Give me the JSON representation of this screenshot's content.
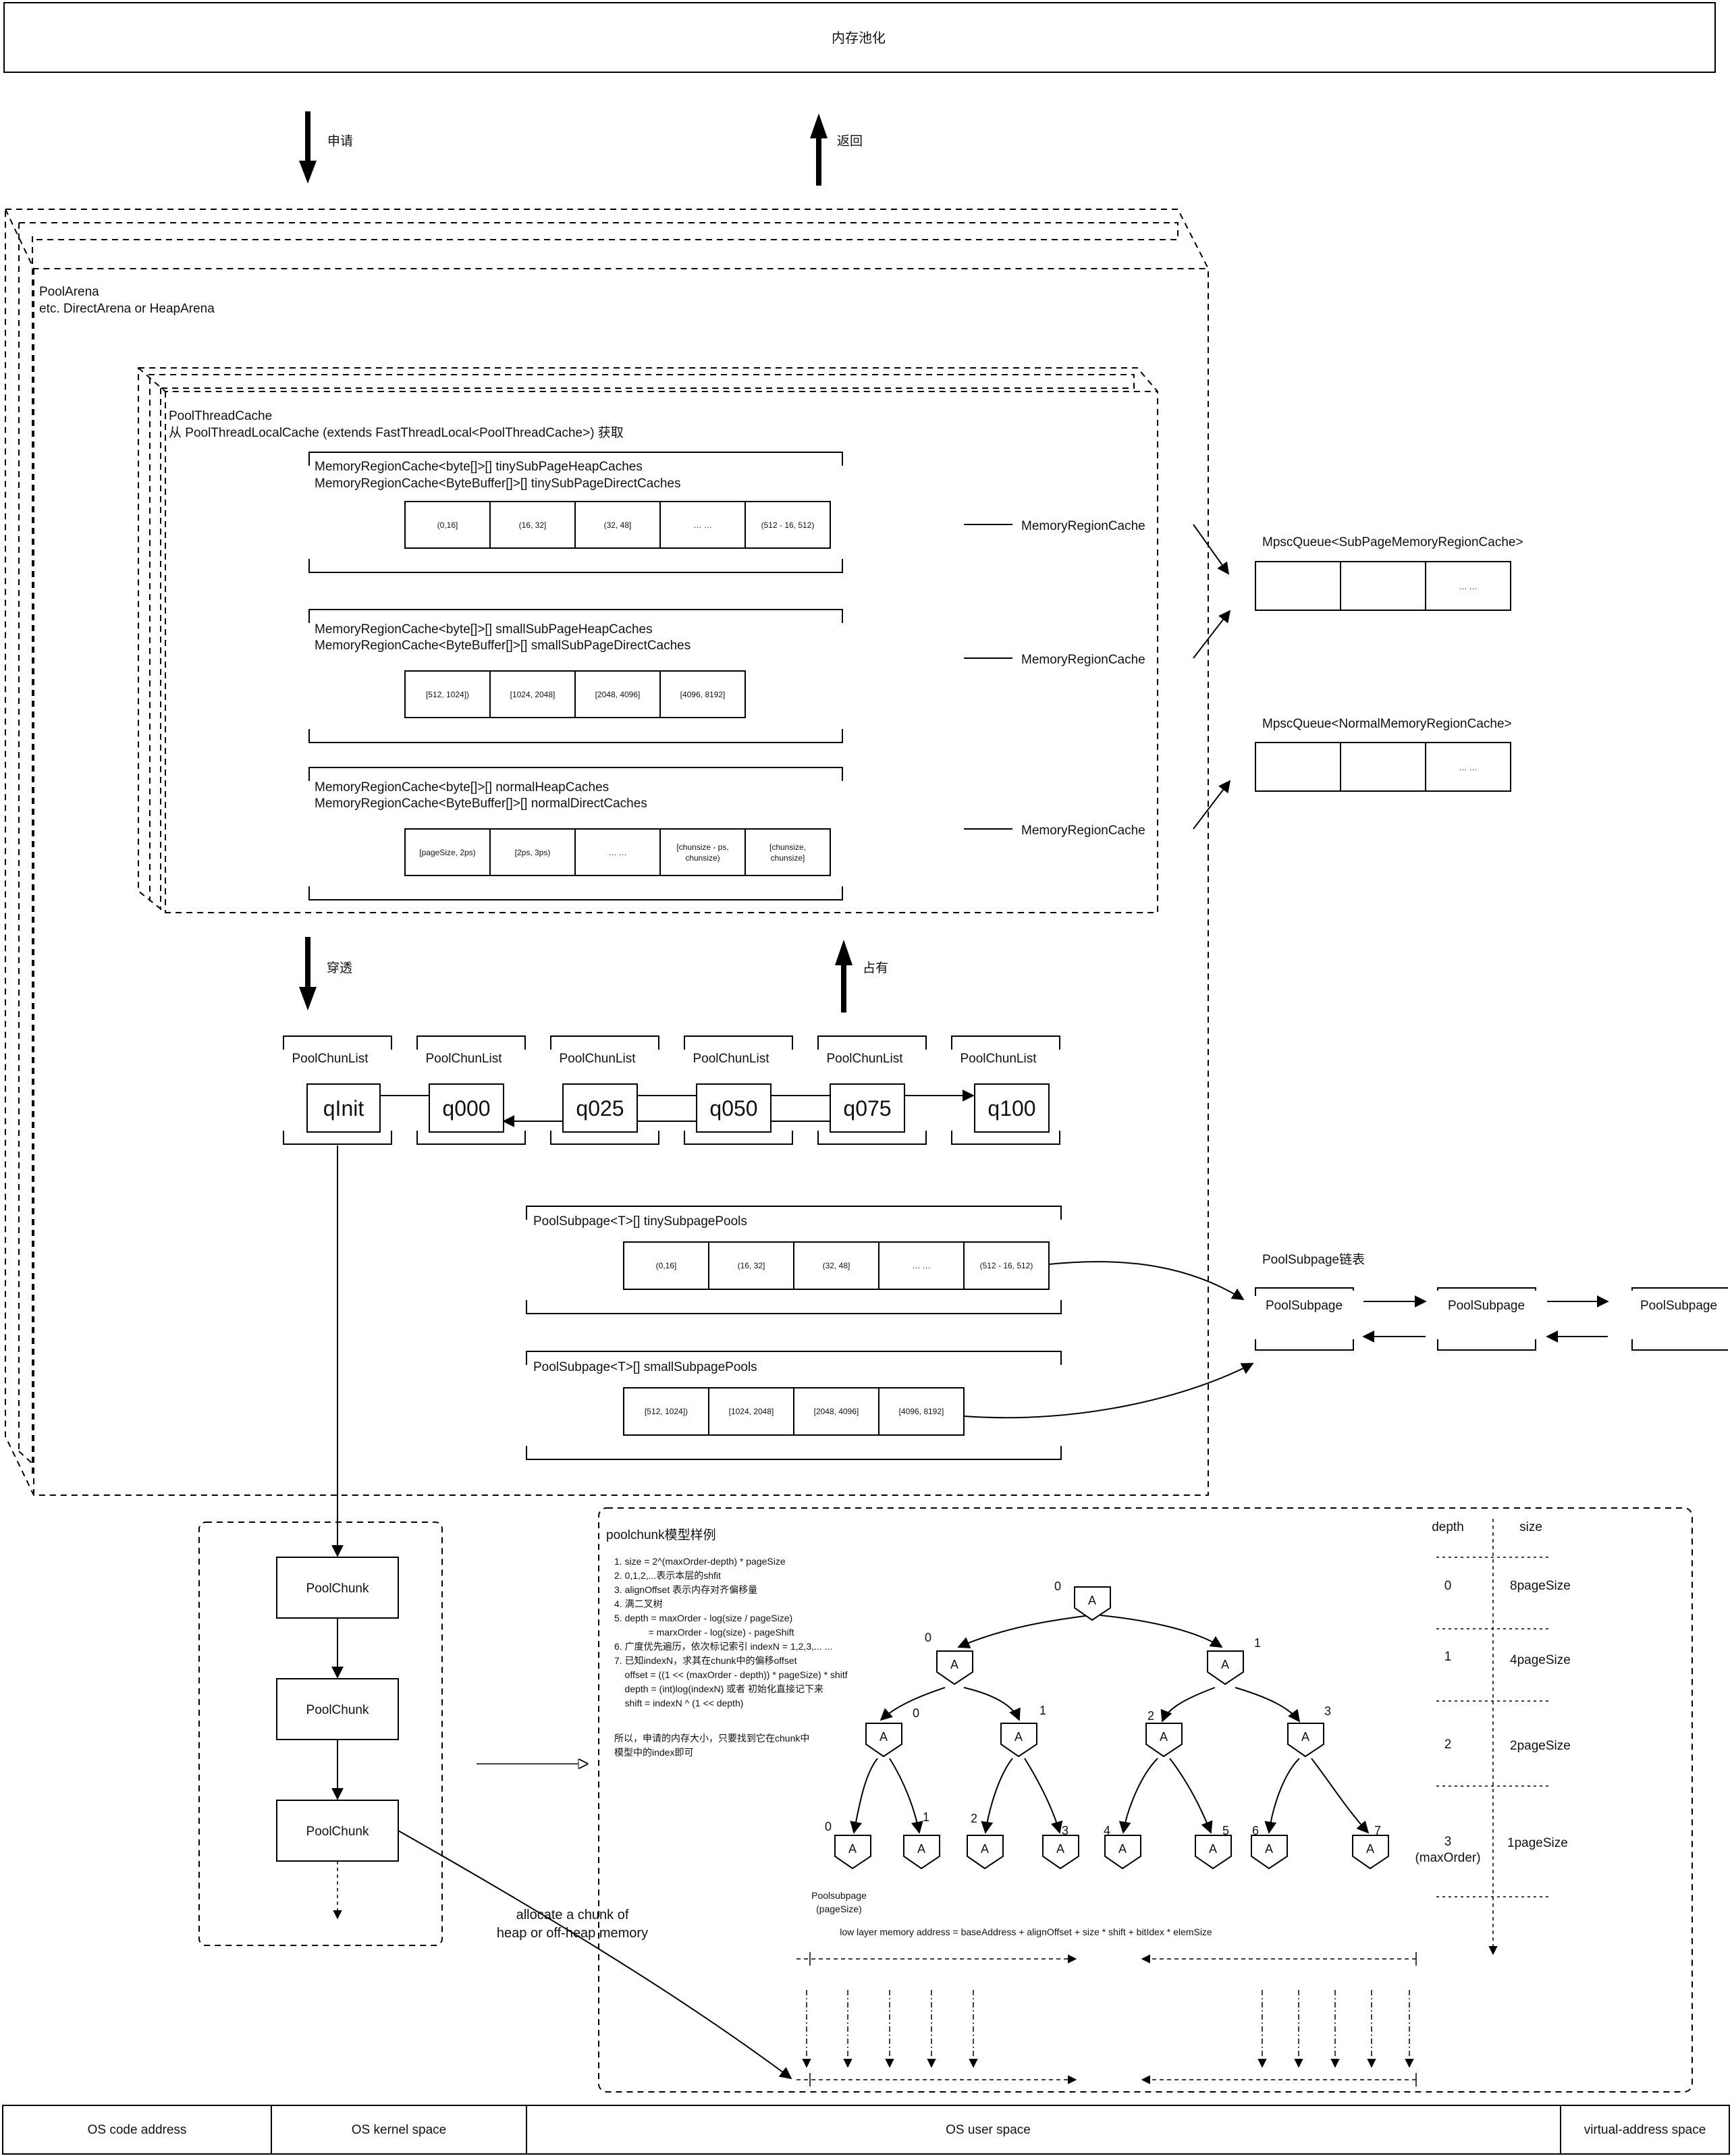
{
  "top_title": "内存池化",
  "request_label": "申请",
  "return_label": "返回",
  "pierce_label": "穿透",
  "occupy_label": "占有",
  "arena": {
    "title": "PoolArena",
    "subtitle": "etc. DirectArena or HeapArena"
  },
  "thread_cache": {
    "title": "PoolThreadCache",
    "subtitle": "从 PoolThreadLocalCache (extends FastThreadLocal<PoolThreadCache>) 获取"
  },
  "caches": [
    {
      "line1": "MemoryRegionCache<byte[]>[] tinySubPageHeapCaches",
      "line2": "MemoryRegionCache<ByteBuffer[]>[] tinySubPageDirectCaches",
      "cells": [
        "(0,16]",
        "(16, 32]",
        "(32, 48]",
        "… …",
        "(512 - 16, 512)"
      ]
    },
    {
      "line1": "MemoryRegionCache<byte[]>[] smallSubPageHeapCaches",
      "line2": "MemoryRegionCache<ByteBuffer[]>[] smallSubPageDirectCaches",
      "cells": [
        "[512, 1024])",
        "[1024, 2048]",
        "[2048, 4096]",
        "[4096, 8192]"
      ]
    },
    {
      "line1": "MemoryRegionCache<byte[]>[] normalHeapCaches",
      "line2": "MemoryRegionCache<ByteBuffer[]>[] normalDirectCaches",
      "cells": [
        "[pageSize, 2ps)",
        "[2ps, 3ps)",
        "… …",
        "[chunsize - ps, chunsize)",
        "[chunsize, chunsize]"
      ]
    }
  ],
  "memory_region_cache_label": "MemoryRegionCache",
  "queues": [
    {
      "title": "MpscQueue<SubPageMemoryRegionCache>",
      "cells": [
        "",
        "",
        "… …"
      ]
    },
    {
      "title": "MpscQueue<NormalMemoryRegionCache>",
      "cells": [
        "",
        "",
        "… …"
      ]
    }
  ],
  "chunk_list_label": "PoolChunList",
  "chunk_lists": [
    "qInit",
    "q000",
    "q025",
    "q050",
    "q075",
    "q100"
  ],
  "subpage_pools": [
    {
      "title": "PoolSubpage<T>[] tinySubpagePools",
      "cells": [
        "(0,16]",
        "(16, 32]",
        "(32, 48]",
        "… …",
        "(512 - 16, 512)"
      ]
    },
    {
      "title": "PoolSubpage<T>[] smallSubpagePools",
      "cells": [
        "[512, 1024])",
        "[1024, 2048]",
        "[2048, 4096]",
        "[4096, 8192]"
      ]
    }
  ],
  "subpage_list": {
    "title": "PoolSubpage链表",
    "items": [
      "PoolSubpage",
      "PoolSubpage",
      "PoolSubpage"
    ]
  },
  "chunks": [
    "PoolChunk",
    "PoolChunk",
    "PoolChunk"
  ],
  "allocate_note": [
    "allocate a chunk of",
    "heap or off-heap memory"
  ],
  "model": {
    "title": "poolchunk模型样例",
    "notes": [
      "1. size = 2^(maxOrder-depth) * pageSize",
      "2. 0,1,2,...表示本层的shfit",
      "3. alignOffset 表示内存对齐偏移量",
      "4. 满二叉树",
      "5. depth = maxOrder - log(size / pageSize)",
      "             = marxOrder - log(size) - pageShift",
      "6. 广度优先遍历，依次标记索引 indexN = 1,2,3,... ...",
      "7. 已知indexN，求其在chunk中的偏移offset",
      "    offset = ((1 << (maxOrder - depth)) * pageSize) * shitf",
      "    depth = (int)log(indexN) 或者 初始化直接记下来",
      "    shift = indexN ^ (1 << depth)"
    ],
    "conclusion": [
      "所以，申请的内存大小，只要找到它在chunk中",
      "模型中的index即可"
    ],
    "node_label": "A",
    "level0_idx": [
      "0"
    ],
    "level1_idx": [
      "0",
      "1"
    ],
    "level2_idx": [
      "0",
      "1",
      "2",
      "3"
    ],
    "level3_idx": [
      "0",
      "1",
      "2",
      "3",
      "4",
      "5",
      "6",
      "7"
    ],
    "leaf_label": [
      "Poolsubpage",
      "(pageSize)"
    ],
    "address_formula": "low layer memory address = baseAddress + alignOffset + size * shift + bitIdex * elemSize",
    "depth_header": "depth",
    "size_header": "size",
    "depths": [
      "0",
      "1",
      "2",
      "3"
    ],
    "max_order": "(maxOrder)",
    "sizes": [
      "8pageSize",
      "4pageSize",
      "2pageSize",
      "1pageSize"
    ]
  },
  "address_space": [
    "OS code address",
    "OS kernel space",
    "OS user space",
    "virtual-address space"
  ]
}
